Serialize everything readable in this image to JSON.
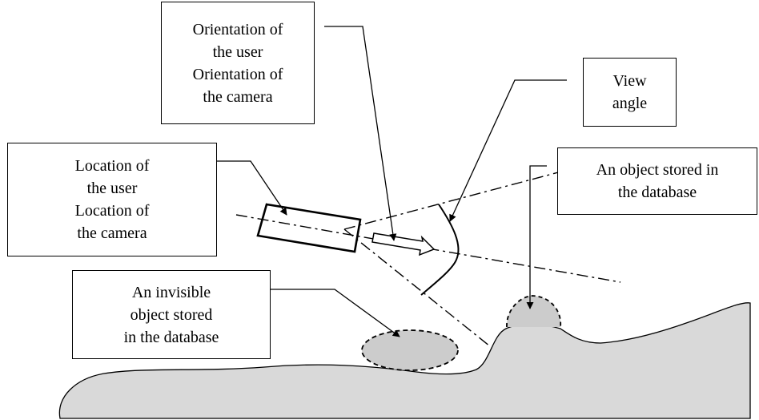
{
  "labels": {
    "orientation": [
      "Orientation of",
      "the user",
      "Orientation of",
      "the camera"
    ],
    "view_angle": [
      "View",
      "angle"
    ],
    "location": [
      "Location of",
      "the user",
      "Location of",
      "the camera"
    ],
    "stored_object": [
      "An object stored in",
      "the database"
    ],
    "invisible_object": [
      "An invisible",
      "object stored",
      "in the database"
    ]
  },
  "colors": {
    "line": "#000000",
    "ground_fill": "#d9d9d9",
    "object_fill": "#cccccc",
    "background": "#ffffff"
  }
}
